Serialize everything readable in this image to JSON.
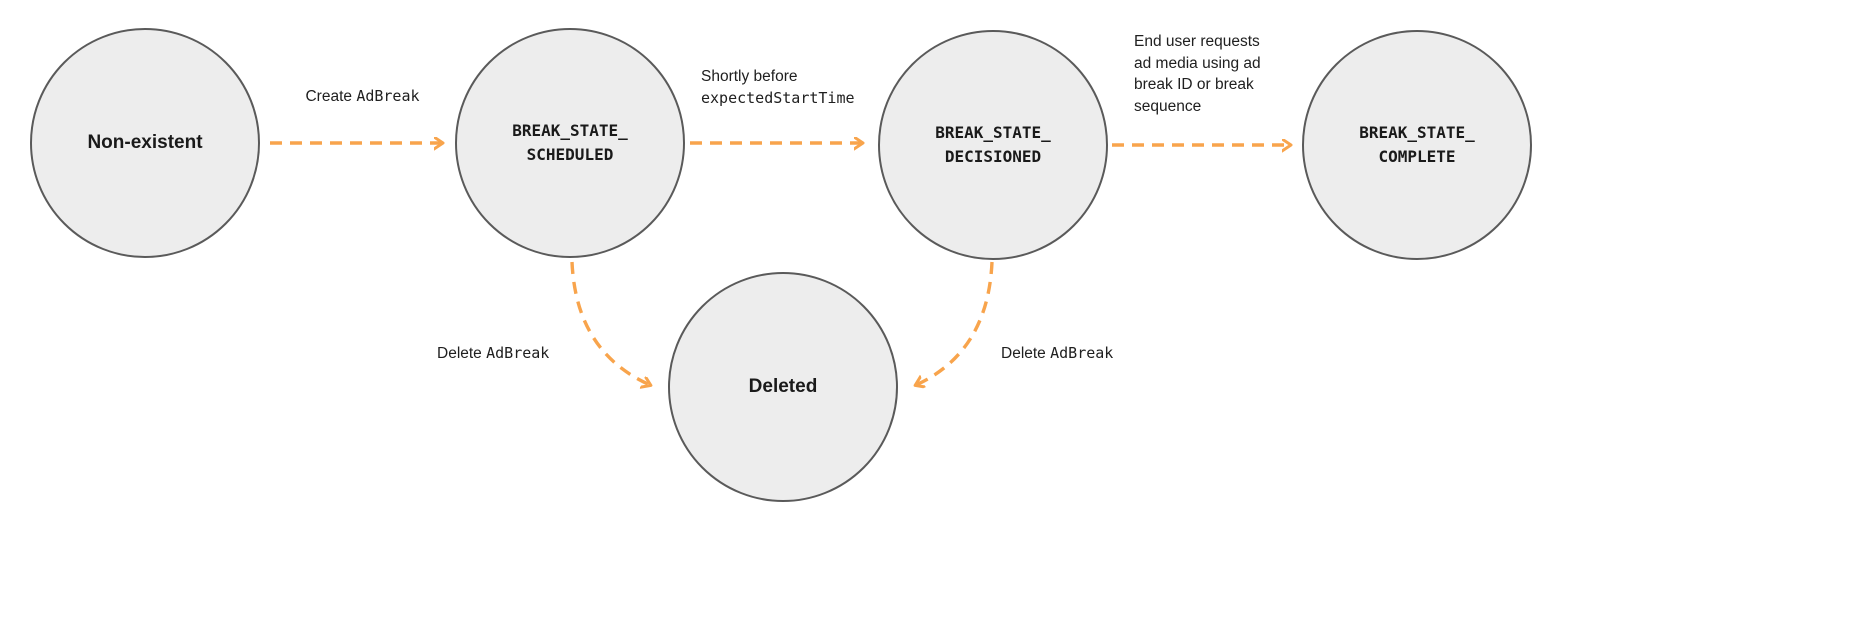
{
  "diagram": {
    "type": "state-diagram",
    "colors": {
      "arrow": "#F8A44C",
      "node_fill": "#EDEDED",
      "node_border": "#5A5A5A",
      "background": "#FFFFFF"
    },
    "nodes": [
      {
        "id": "non-existent",
        "label": "Non-existent",
        "style": "sans"
      },
      {
        "id": "break-state-scheduled",
        "label": "BREAK_STATE_\nSCHEDULED",
        "style": "mono"
      },
      {
        "id": "break-state-decisioned",
        "label": "BREAK_STATE_\nDECISIONED",
        "style": "mono"
      },
      {
        "id": "break-state-complete",
        "label": "BREAK_STATE_\nCOMPLETE",
        "style": "mono"
      },
      {
        "id": "deleted",
        "label": "Deleted",
        "style": "sans"
      }
    ],
    "edges": [
      {
        "from": "non-existent",
        "to": "break-state-scheduled",
        "label_plain": "Create ",
        "label_code": "AdBreak"
      },
      {
        "from": "break-state-scheduled",
        "to": "break-state-decisioned",
        "label_plain": "Shortly before",
        "label_code": "expectedStartTime"
      },
      {
        "from": "break-state-decisioned",
        "to": "break-state-complete",
        "label_plain": "End user requests\nad media using ad\nbreak ID or break\nsequence",
        "label_code": ""
      },
      {
        "from": "break-state-scheduled",
        "to": "deleted",
        "label_plain": "Delete ",
        "label_code": "AdBreak"
      },
      {
        "from": "break-state-decisioned",
        "to": "deleted",
        "label_plain": "Delete ",
        "label_code": "AdBreak"
      }
    ]
  }
}
